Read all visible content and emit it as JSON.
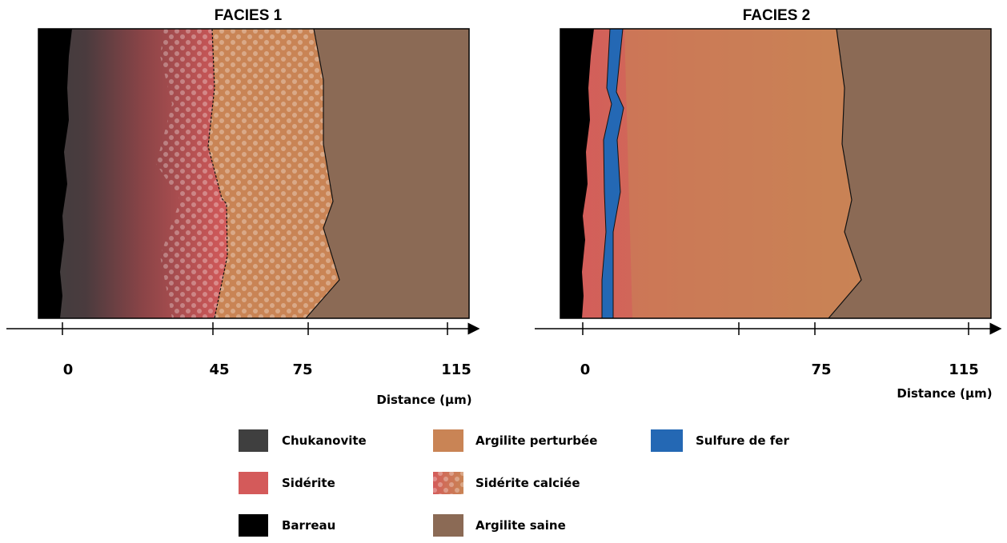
{
  "panels": [
    {
      "title": "FACIES 1",
      "axis_label": "Distance (µm)",
      "ticks": [
        "0",
        "45",
        "75",
        "115"
      ]
    },
    {
      "title": "FACIES 2",
      "axis_label": "Distance (µm)",
      "ticks": [
        "0",
        "75",
        "115"
      ]
    }
  ],
  "legend": [
    {
      "label": "Chukanovite",
      "color": "#3f3f3f"
    },
    {
      "label": "Argilite perturbée",
      "color": "#c98455"
    },
    {
      "label": "Sulfure de fer",
      "color": "#2468b4"
    },
    {
      "label": "Sidérite",
      "color": "#d45a5a"
    },
    {
      "label": "Sidérite calciée",
      "color": "#d45a5a"
    },
    {
      "label": "Barreau",
      "color": "#000000"
    },
    {
      "label": "Argilite saine",
      "color": "#8b6a55"
    }
  ]
}
